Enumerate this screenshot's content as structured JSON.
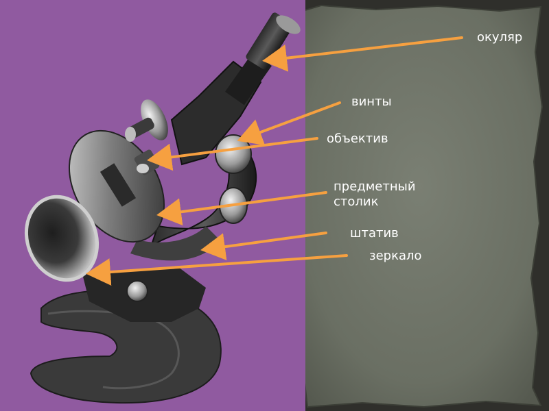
{
  "labels": {
    "eyepiece": "окуляр",
    "screws": "винты",
    "objective": "объектив",
    "stage_line1": "предметный",
    "stage_line2": "столик",
    "tripod": "штатив",
    "mirror": "зеркало"
  },
  "colors": {
    "photo_background": "#905aa0",
    "paper_background": "#6e7367",
    "frame": "#2f2f2b",
    "arrow": "#f6a040",
    "label_text": "#ffffff"
  },
  "image": {
    "subject": "microscope-illustration"
  }
}
